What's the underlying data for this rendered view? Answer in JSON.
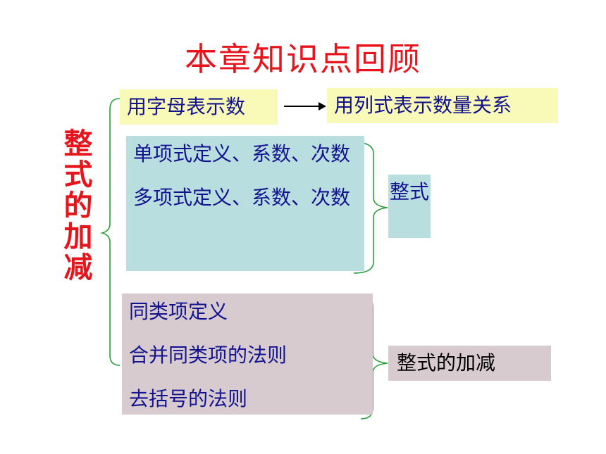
{
  "title": "本章知识点回顾",
  "side_title": "整式的加减",
  "nodes": {
    "letters": "用字母表示数",
    "expressions": "用列式表示数量关系",
    "monomial": "单项式定义、系数、次数",
    "polynomial": "多项式定义、系数、次数",
    "integral": "整式",
    "like_terms": "同类项定义",
    "combine_rule": "合并同类项的法则",
    "bracket_rule": "去括号的法则",
    "add_sub": "整式的加减"
  },
  "colors": {
    "title": "#e8141c",
    "text": "#13138f",
    "bracket": "#2e9e3e",
    "yellow": "#fafab8",
    "teal": "#b8dee0",
    "mauve": "#d7cbcf"
  }
}
